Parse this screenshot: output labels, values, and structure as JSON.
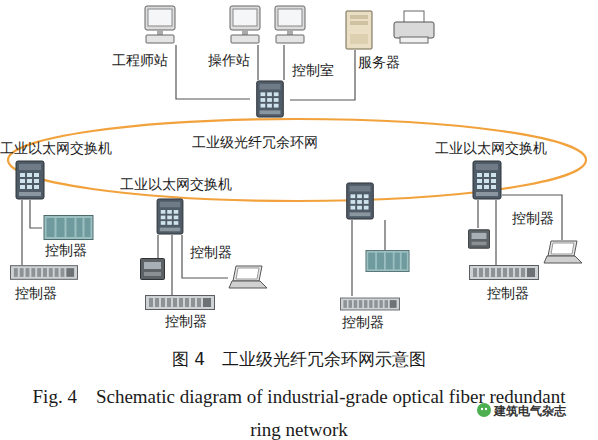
{
  "diagram": {
    "caption": "图 4　工业级光纤冗余环网示意图",
    "nodes": [
      {
        "text": [
          "工程师站"
        ]
      },
      {
        "text": [
          "操作站"
        ]
      },
      {
        "text": [
          "控制室"
        ]
      },
      {
        "text": [
          "服务器"
        ]
      },
      {
        "text": [
          "工业级光纤冗余环网"
        ]
      },
      {
        "text": [
          "工业以太网交换机"
        ]
      },
      {
        "text": [
          "控制器"
        ]
      },
      {
        "text": [
          "控制器"
        ]
      },
      {
        "text": [
          "工业以太网交换机"
        ]
      },
      {
        "text": [
          "控制器"
        ]
      },
      {
        "text": [
          "控制器"
        ]
      },
      {
        "text": [
          "控制器"
        ]
      },
      {
        "text": [
          "工业以太网交换机"
        ]
      },
      {
        "text": [
          "控制器"
        ]
      },
      {
        "text": [
          "控制器"
        ]
      }
    ],
    "edges": [
      {
        "from": 0,
        "to": 2,
        "arrow": "none"
      },
      {
        "from": 1,
        "to": 2,
        "arrow": "none"
      },
      {
        "from": 3,
        "to": 2,
        "arrow": "none"
      },
      {
        "from": 5,
        "to": 6,
        "arrow": "none"
      },
      {
        "from": 5,
        "to": 7,
        "arrow": "none"
      },
      {
        "from": 8,
        "to": 9,
        "arrow": "none"
      },
      {
        "from": 8,
        "to": 10,
        "arrow": "none"
      },
      {
        "from": 12,
        "to": 13,
        "arrow": "none"
      },
      {
        "from": 12,
        "to": 14,
        "arrow": "none"
      }
    ],
    "labels": [
      "Fig. 4　Schematic diagram of industrial-grade optical fiber redundant ring network",
      "建筑电气杂志"
    ]
  }
}
